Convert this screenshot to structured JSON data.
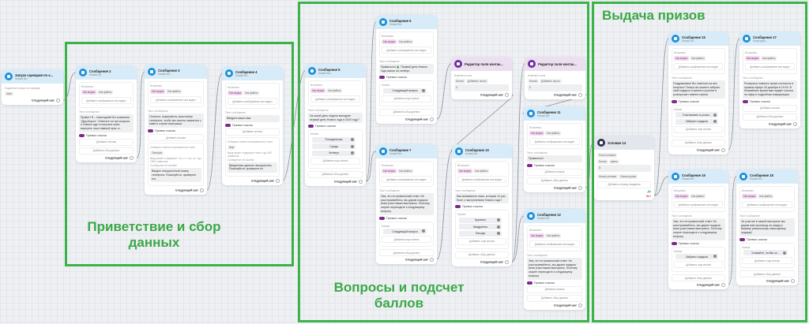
{
  "groups": [
    {
      "label": "Приветствие и сбор данных"
    },
    {
      "label": "Вопросы и подсчет баллов"
    },
    {
      "label": "Выдача призов"
    }
  ],
  "common": {
    "bot": "Новый бот",
    "attachments": "Вложения",
    "as_media": "Как медиа",
    "as_files": "Как файлы",
    "add_media": "Добавить изображение или видео",
    "msg_text": "Текст сообщения",
    "preview": "Превью ссылки",
    "add_buttons": "Добавить кнопки",
    "add_data": "Добавить сбор данных",
    "next_step": "Следующий шаг",
    "buttons": "Кнопки",
    "add_more": "Добавить еще кнопки",
    "collect": "Собирать ответы пользователя в поле",
    "error_msg": "Сообщение об ошибке"
  },
  "cards": [
    {
      "id": "start",
      "type": "start",
      "title": "Запуск сценария по к...",
      "sub": "Новый бот",
      "label": "Подключен запуск по команде",
      "cmd": "/start"
    },
    {
      "id": "m2",
      "type": "msg",
      "title": "Сообщение 2",
      "text": "Привет! Я – новогодний бот компании \"Дед Мороз\". Ответьте на три вопроса о Новом годе и получите шанс выиграть наш главный приз, а...",
      "actions": [
        "add_buttons",
        "add_data"
      ]
    },
    {
      "id": "m3",
      "type": "msg",
      "title": "Сообщение 3",
      "text": "Отлично, пожалуйста, ваш номер телефона, чтобы мы смогли связаться с вами в случае выигрыша.",
      "actions": [
        "add_buttons"
      ],
      "field": "Телефон",
      "hint": "Ввод может в формате +xx, x x, xxx, от 1 до 1500 символов",
      "error": "Введен некорректный номер телефона. Пожалуйста, проверьте его."
    },
    {
      "id": "m4",
      "type": "msg",
      "title": "Сообщение 4",
      "text": "Введите ваше имя",
      "actions": [
        "add_buttons"
      ],
      "field": "Имя",
      "hint": "Ввод может содержать текст и до 300 символов",
      "error": "Введенные данные некорректны. Пожалуйста, проверьте их."
    },
    {
      "id": "m5",
      "type": "msg",
      "title": "Сообщение 5",
      "text": "На какой день недели выпадает первый день Нового года в 2026 году?",
      "buttons": [
        "Понедельник",
        "Среда",
        "Четверг"
      ],
      "actions": [
        "add_data"
      ]
    },
    {
      "id": "m6",
      "type": "msg",
      "title": "Сообщение 6",
      "text": "Правильно! 🎄 Первый день Нового года выпал на четверг.",
      "buttons": [
        "Следующий вопрос"
      ],
      "actions": [
        "add_data"
      ]
    },
    {
      "id": "e1",
      "type": "editor",
      "title": "Редактор поля контак...",
      "label": "Изменить поле",
      "chips": [
        "Баллы",
        "Добавить число"
      ],
      "value": "1"
    },
    {
      "id": "e2",
      "type": "editor",
      "title": "Редактор поля контак...",
      "label": "Изменить поле",
      "chips": [
        "Баллы",
        "Добавить число"
      ],
      "value": "1"
    },
    {
      "id": "m11",
      "type": "msg",
      "title": "Сообщение 11",
      "text": "Правильно!",
      "actions": [
        "add_buttons",
        "add_data"
      ]
    },
    {
      "id": "m7",
      "type": "msg",
      "title": "Сообщение 7",
      "text": "Увы, это не правильный ответ. Не расстраивайтесь, вы дарим подарок всем участникам викторины. Поэтому скорее переходите к следующему вопросу.",
      "buttons": [
        "Следующий вопрос"
      ],
      "actions": [
        "add_data"
      ]
    },
    {
      "id": "m10",
      "type": "msg",
      "title": "Сообщение 10",
      "text": "Как называются часы, которые 12 раз бьют с наступлением Нового года?",
      "buttons": [
        "Куранты",
        "Квадранты",
        "Пагоды"
      ],
      "actions": [
        "add_data"
      ]
    },
    {
      "id": "m12",
      "type": "msg",
      "title": "Сообщение 12",
      "text": "Увы, это не правильный ответ. Не расстраивайтесь, мы дарим подарок всем участникам викторины. Поэтому скорее переходите к следующему вопросу.",
      "actions": [
        "add_buttons",
        "add_data"
      ]
    },
    {
      "id": "c14",
      "type": "cond",
      "title": "Условие 14",
      "field": "Поле контакта",
      "chips": [
        "Баллы",
        "равно"
      ],
      "value": "3",
      "new_cond": "Новое условие",
      "new_group": "Новая группа",
      "wait": "Добавить период ожидания",
      "yes": "Да",
      "no": "Нет"
    },
    {
      "id": "m15",
      "type": "msg",
      "title": "Сообщение 15",
      "text": "Поздравляем! Вы ответили на все вопросы! Теперь вы можете забрать свой подарок и принять участие в розыгрыше главного приза.",
      "buttons": [
        "Участвовать в розыг...",
        "Забрать подарок"
      ],
      "actions": [
        "add_data"
      ]
    },
    {
      "id": "m17",
      "type": "msg",
      "title": "Сообщение 17",
      "sub": "Новогодни...",
      "text": "Розыгрыш главного приза состоится в прямом эфире 30 декабря в 19:00. В ближайшее время вам придет ссылка на эфир и подробная информация.",
      "actions": [
        "add_buttons",
        "add_data"
      ]
    },
    {
      "id": "m16",
      "type": "msg",
      "title": "Сообщение 16",
      "text": "Увы, это не правильный ответ. Не расстраивайтесь, мы дарим подарок всем участникам викторины. Поэтому скорее переходите к следующему вопросу.",
      "buttons": [
        "Забрать подарок"
      ],
      "actions": [
        "add_data"
      ]
    },
    {
      "id": "m18",
      "type": "msg",
      "title": "Сообщение 18",
      "text": "За участие в нашей викторине мы дарим вам промокод на скидку к вашему уникальному новогоднему подарку!",
      "buttons": [
        "Кликайте, чтобы ск..."
      ],
      "actions": [
        "add_data"
      ]
    }
  ]
}
